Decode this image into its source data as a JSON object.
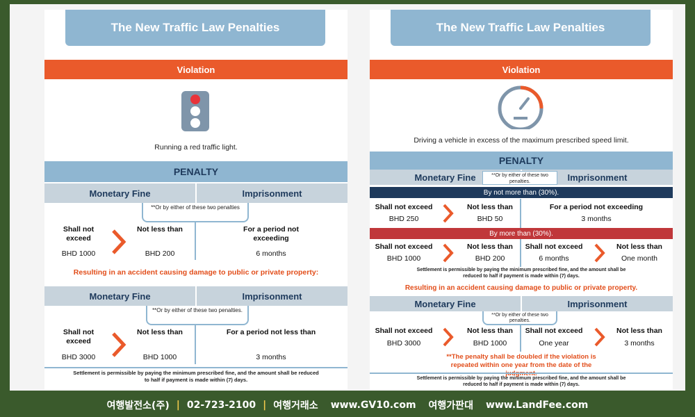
{
  "left": {
    "title": "The New Traffic Law Penalties",
    "violation_label": "Violation",
    "violation_text": "Running a red traffic light.",
    "penalty_label": "PENALTY",
    "table1": {
      "col1": "Monetary Fine",
      "col2": "Imprisonment",
      "note": "**Or by either of these two penalties",
      "max_label": "Shall not exceed",
      "max_value": "BHD 1000",
      "min_label": "Not less than",
      "min_value": "BHD 200",
      "prison_label": "For a period not exceeding",
      "prison_value": "6 months"
    },
    "accident_text": "Resulting in an accident causing damage to public or private property:",
    "table2": {
      "col1": "Monetary Fine",
      "col2": "Imprisonment",
      "note": "**Or by either of these two penalties.",
      "max_label": "Shall not exceed",
      "max_value": "BHD 3000",
      "min_label": "Not less than",
      "min_value": "BHD 1000",
      "prison_label": "For a period not less than",
      "prison_value": "3 months"
    },
    "settlement": "Settlement is permissible by paying the minimum prescribed fine, and the amount shall be reduced to half if payment is made within (7) days."
  },
  "right": {
    "title": "The New Traffic Law Penalties",
    "violation_label": "Violation",
    "violation_text": "Driving a vehicle in excess of the maximum prescribed speed limit.",
    "penalty_label": "PENALTY",
    "col1": "Monetary Fine",
    "col2": "Imprisonment",
    "note": "**Or by either of these two penalties.",
    "band1": "By not more than (30%).",
    "row1": {
      "max_label": "Shall not exceed",
      "max_value": "BHD 250",
      "min_label": "Not less than",
      "min_value": "BHD 50",
      "prison_label": "For a period not exceeding",
      "prison_value": "3 months"
    },
    "band2": "By more than (30%).",
    "row2": {
      "max_label": "Shall not exceed",
      "max_value": "BHD 1000",
      "min_label": "Not less than",
      "min_value": "BHD 200",
      "pmax_label": "Shall not exceed",
      "pmax_value": "6 months",
      "pmin_label": "Not less than",
      "pmin_value": "One month"
    },
    "settlement1": "Settlement is permissible by paying the minimum prescribed fine, and the amount shall be reduced to half if payment is made within (7) days.",
    "accident_text": "Resulting in an accident causing damage to public or private property.",
    "table2": {
      "col1": "Monetary Fine",
      "col2": "Imprisonment",
      "note": "**Or by either of these two penalties.",
      "max_label": "Shall not exceed",
      "max_value": "BHD 3000",
      "min_label": "Not less than",
      "min_value": "BHD 1000",
      "pmax_label": "Shall not exceed",
      "pmax_value": "One year",
      "pmin_label": "Not less than",
      "pmin_value": "3 months"
    },
    "doubled": "**The penalty shall be doubled if the violation is repeated within one year from the date of the judgment.",
    "settlement2": "Settlement is permissible by paying the minimum prescribed fine, and the amount shall be reduced to half if payment is made within (7) days."
  },
  "footer": {
    "company": "여행발전소(주)",
    "phone": "02-723-2100",
    "exchange": "여행거래소",
    "site1": "www.GV10.com",
    "board": "여행가판대",
    "site2": "www.LandFee.com"
  },
  "colors": {
    "orange": "#ea5a2b",
    "blue": "#8fb6d1",
    "navy": "#1e3a5c",
    "red_band": "#c0373a",
    "background": "#3a5a2c"
  }
}
